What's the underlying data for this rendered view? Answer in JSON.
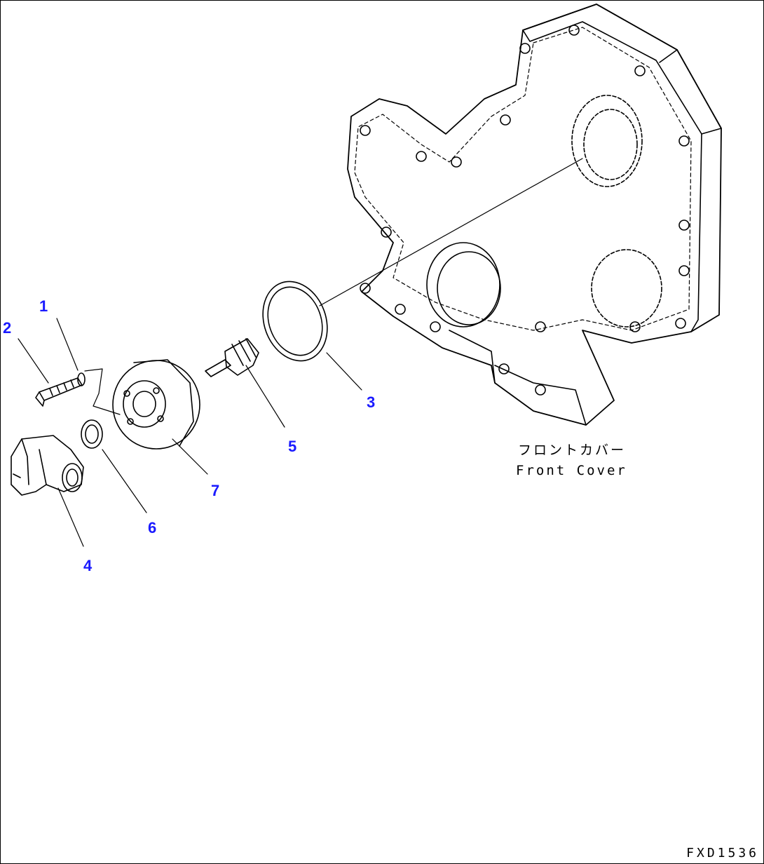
{
  "callouts": {
    "c1": "1",
    "c2": "2",
    "c3": "3",
    "c4": "4",
    "c5": "5",
    "c6": "6",
    "c7": "7"
  },
  "caption": {
    "jp": "フロントカバー",
    "en": "Front Cover"
  },
  "figure_code": "FXD1536",
  "colors": {
    "callout": "#1a1aff",
    "line": "#000000"
  }
}
